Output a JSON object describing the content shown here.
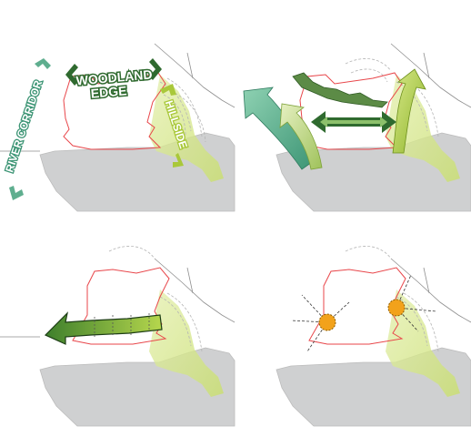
{
  "labels": {
    "woodland_line1": "WOODLAND",
    "woodland_line2": "EDGE",
    "river_corridor": "RIVER CORRIDOR",
    "hillside": "HILLSIDE"
  },
  "colors": {
    "water": "#cfd0d1",
    "boundary": "#e8464a",
    "context_line": "#9a9a9a",
    "contour": "#b5b5b5",
    "hill_green": "#d9e89a",
    "arrow_dark": "#2f6a2f",
    "arrow_teal": "#5fae8f",
    "arrow_light": "#b9d27a",
    "arrow_lime": "#a9c83a",
    "focal_orange": "#f2a21b"
  },
  "panels": [
    {
      "name": "site-constraints"
    },
    {
      "name": "landscape-movement"
    },
    {
      "name": "river-edge-activation"
    },
    {
      "name": "focal-nodes"
    }
  ]
}
